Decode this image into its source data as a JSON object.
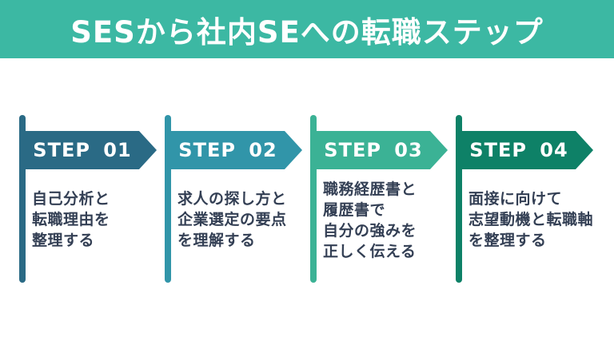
{
  "header": {
    "title": "SESから社内SEへの転職ステップ",
    "bg_color": "#3CB8A3",
    "text_color": "#FFFFFF"
  },
  "colors": {
    "background": "#FFFFFF",
    "body_text": "#333F54"
  },
  "steps": [
    {
      "label": "STEP 01",
      "color": "#2A6A85",
      "lines": [
        "自己分析と",
        "転職理由を",
        "整理する"
      ]
    },
    {
      "label": "STEP 02",
      "color": "#3195A9",
      "lines": [
        "求人の探し方と",
        "企業選定の要点",
        "を理解する"
      ]
    },
    {
      "label": "STEP 03",
      "color": "#3BB295",
      "lines": [
        "職務経歴書と",
        "履歴書で",
        "自分の強みを",
        "正しく伝える"
      ]
    },
    {
      "label": "STEP 04",
      "color": "#0E8167",
      "lines": [
        "面接に向けて",
        "志望動機と転職軸",
        "を整理する"
      ]
    }
  ]
}
